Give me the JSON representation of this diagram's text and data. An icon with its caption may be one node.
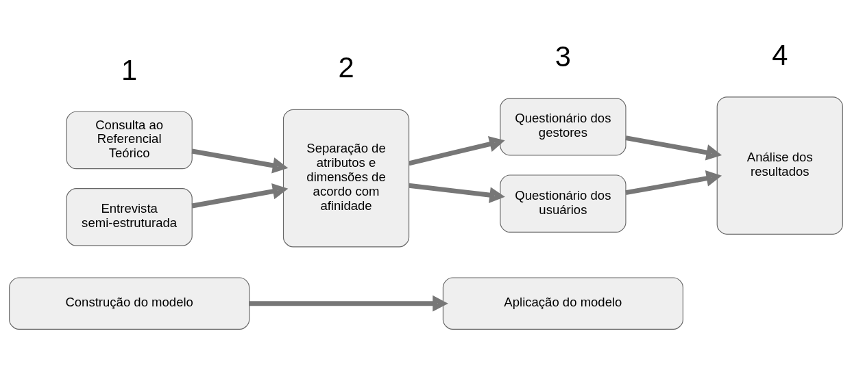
{
  "diagram": {
    "nodes": [
      {
        "text": [
          "Construção do modelo"
        ]
      },
      {
        "text": [
          "Aplicação do modelo"
        ]
      },
      {
        "text": [
          "Consulta ao Referencial Teórico"
        ]
      },
      {
        "text": [
          "Entrevista semi-estruturada"
        ]
      },
      {
        "text": [
          "Separação de atributos e dimensões de acordo com afinidade"
        ]
      },
      {
        "text": [
          "Questionário dos gestores"
        ]
      },
      {
        "text": [
          "Questionário dos usuários"
        ]
      },
      {
        "text": [
          "Análise dos resultados"
        ]
      }
    ],
    "edges": [
      {
        "from": 0,
        "to": 1,
        "arrow": "to"
      },
      {
        "from": 2,
        "to": 4,
        "arrow": "to"
      },
      {
        "from": 3,
        "to": 4,
        "arrow": "to"
      },
      {
        "from": 4,
        "to": 5,
        "arrow": "to"
      },
      {
        "from": 4,
        "to": 6,
        "arrow": "to"
      },
      {
        "from": 5,
        "to": 7,
        "arrow": "to"
      },
      {
        "from": 6,
        "to": 7,
        "arrow": "to"
      }
    ],
    "labels": [
      "1",
      "2",
      "3",
      "4"
    ]
  }
}
